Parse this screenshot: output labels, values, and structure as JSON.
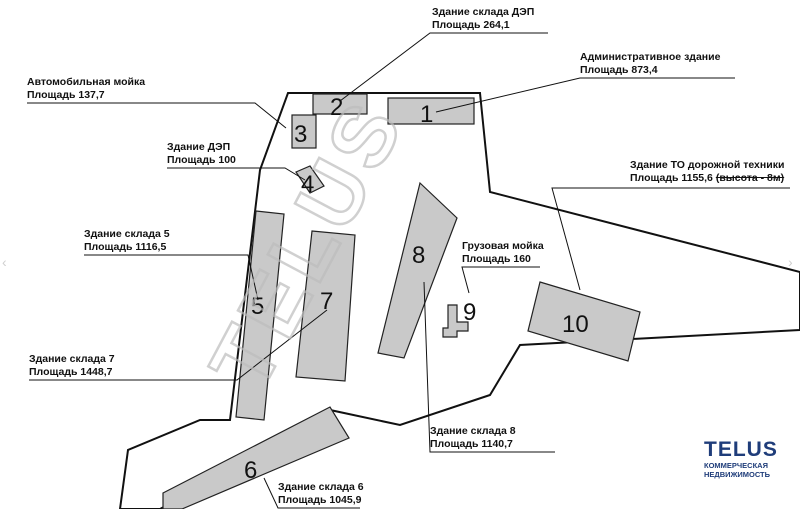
{
  "watermark": "TELUS",
  "logo": {
    "brand": "TELUS",
    "line1": "КОММЕРЧЕСКАЯ",
    "line2": "НЕДВИЖИМОСТЬ"
  },
  "nav": {
    "prev": "‹",
    "next": "›"
  },
  "buildings": [
    {
      "num": "1",
      "name": "Административное здание",
      "area": "Площадь 873,4"
    },
    {
      "num": "2",
      "name": "Здание склада ДЭП",
      "area": "Площадь 264,1"
    },
    {
      "num": "3",
      "name": "Автомобильная мойка",
      "area": "Площадь 137,7"
    },
    {
      "num": "4",
      "name": "Здание ДЭП",
      "area": "Площадь 100"
    },
    {
      "num": "5",
      "name": "Здание склада 5",
      "area": "Площадь 1116,5"
    },
    {
      "num": "6",
      "name": "Здание склада 6",
      "area": "Площадь 1045,9"
    },
    {
      "num": "7",
      "name": "Здание склада 7",
      "area": "Площадь 1448,7"
    },
    {
      "num": "8",
      "name": "Здание склада 8",
      "area": "Площадь 1140,7"
    },
    {
      "num": "9",
      "name": "Грузовая мойка",
      "area": "Площадь 160"
    },
    {
      "num": "10",
      "name": "Здание ТО дорожной техники",
      "area": "Площадь 1155,6",
      "note": "(высота - 8м)"
    }
  ]
}
